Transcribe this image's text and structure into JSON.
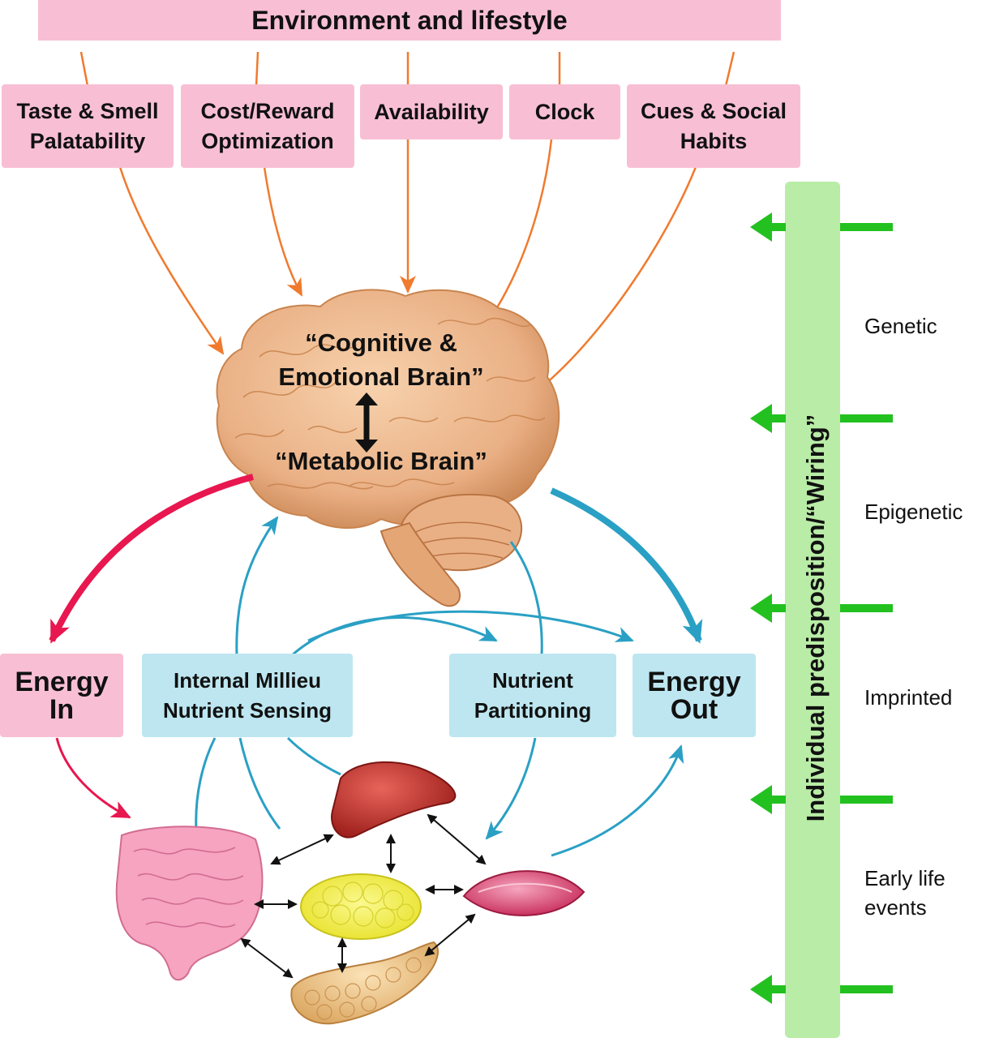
{
  "title": "Environment and lifestyle",
  "factors": [
    "Taste & Smell\nPalatability",
    "Cost/Reward\nOptimization",
    "Availability",
    "Clock",
    "Cues & Social\nHabits"
  ],
  "brain": {
    "cognitive": "“Cognitive &\nEmotional Brain”",
    "metabolic": "“Metabolic Brain”"
  },
  "boxes": {
    "energy_in": "Energy\nIn",
    "internal_milieu": "Internal Millieu\nNutrient Sensing",
    "nutrient_partitioning": "Nutrient\nPartitioning",
    "energy_out": "Energy\nOut"
  },
  "predisposition": "Individual predisposition/“Wiring”",
  "influences": [
    "Genetic",
    "Epigenetic",
    "Imprinted",
    "Early life\nevents"
  ],
  "organs": [
    "intestine",
    "liver",
    "adipose tissue",
    "muscle",
    "pancreas"
  ],
  "colors": {
    "pink_box": "#f8bfd4",
    "blue_box": "#bde6f0",
    "green_bar": "#b9eca6",
    "orange_arrow": "#f07a2e",
    "red_arrow": "#e8174f",
    "blue_arrow": "#2aa0c4",
    "green_arrow": "#22c11f"
  }
}
